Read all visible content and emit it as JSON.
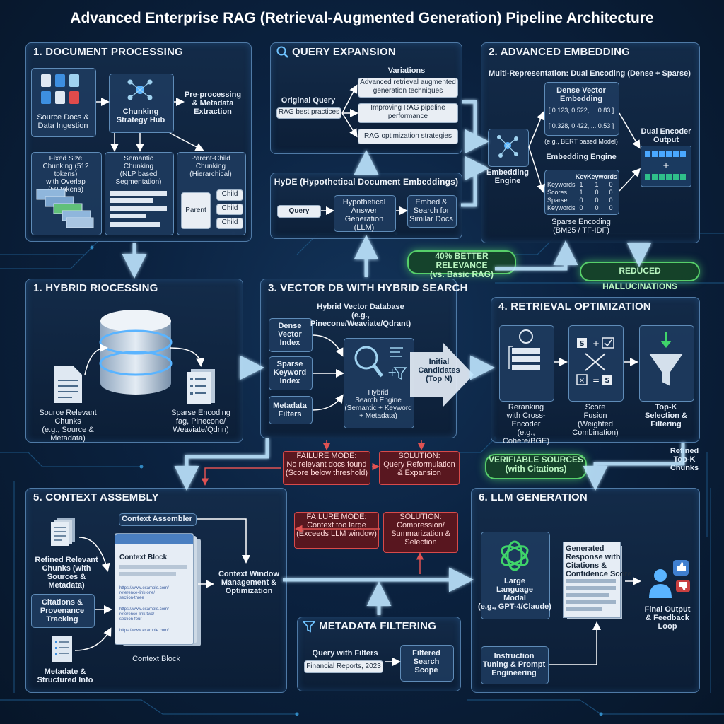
{
  "title": "Advanced Enterprise RAG (Retrieval-Augmented Generation) Pipeline Architecture",
  "doc_processing": {
    "title": "1. DOCUMENT PROCESSING",
    "source_docs": "Source Docs &\nData Ingestion",
    "chunking_hub": "Chunking\nStrategy Hub",
    "preprocessing": "Pre-processing\n& Metadata\nExtraction",
    "fixed_size": "Fixed Size\nChunking (512 tokens)\nwith Overlap\n(50 tokens)",
    "semantic": "Semantic\nChunking\n(NLP based\nSegmentation)",
    "parent_child": "Parent-Child\nChunking\n(Hierarchical)",
    "parent": "Parent",
    "child": "Child"
  },
  "query_expansion": {
    "title": "QUERY EXPANSION",
    "variations_label": "Variations",
    "original_query_label": "Original Query",
    "original_query": "RAG best practices",
    "variations": [
      "Advanced retrieval augmented\ngeneration techniques",
      "Improving RAG pipeline\nperformance",
      "RAG optimization strategies"
    ]
  },
  "hyde": {
    "title": "HyDE (Hypothetical Document Embeddings)",
    "query": "Query",
    "hypothetical": "Hypothetical\nAnswer\nGeneration\n(LLM)",
    "embed_search": "Embed &\nSearch for\nSimilar Docs"
  },
  "advanced_embedding": {
    "title": "2. ADVANCED EMBEDDING",
    "subtitle": "Multi-Representation: Dual Encoding (Dense + Sparse)",
    "dense_title": "Dense Vector\nEmbedding",
    "dense_vec1": "[ 0.123, 0.522, ... 0.83 ]",
    "dense_vec2": "[ 0.328, 0.422, ... 0.53 ]",
    "dense_model": "(e.g., BERT based Model)",
    "engine_center": "Embedding Engine",
    "engine_left": "Embedding\nEngine",
    "sparse_header": [
      "Key",
      "Keywords"
    ],
    "sparse_rows": [
      [
        "Keywords",
        "1",
        "1",
        "0"
      ],
      [
        "Scores",
        "1",
        "0",
        "0"
      ],
      [
        "Sparse",
        "0",
        "0",
        "0"
      ],
      [
        "Keywords",
        "0",
        "0",
        "0"
      ]
    ],
    "sparse_title": "Sparse Encoding\n(BM25 / TF-IDF)",
    "dual_output": "Dual Encoder\nOutput"
  },
  "callouts": {
    "better_relevance": "40% BETTER RELEVANCE\n(vs. Basic RAG)",
    "reduced_hallucinations": "REDUCED HALLUCINATIONS",
    "verifiable_sources": "VERIFIABLE SOURCES\n(with Citations)"
  },
  "hybrid_processing": {
    "title": "1. HYBRID RIOCESSING",
    "source_chunks": "Source Relevant\nChunks\n(e.g., Source & Metadata)",
    "sparse_encoding": "Sparse Encoding\nfag, Pinecone/\nWeaviate/Qdrin)"
  },
  "vector_db": {
    "title": "3. VECTOR DB WITH HYBRID SEARCH",
    "subtitle": "Hybrid Vector Database\n(e.g., Pinecone/Weaviate/Qdrant)",
    "dense_index": "Dense\nVector\nIndex",
    "sparse_index": "Sparse\nKeyword\nIndex",
    "metadata_filters": "Metadata\nFilters",
    "search_engine": "Hybrid\nSearch Engine\n(Semantic + Keyword\n+ Metadata)",
    "initial_candidates": "Initial\nCandidates\n(Top N)"
  },
  "retrieval_opt": {
    "title": "4. RETRIEVAL OPTIMIZATION",
    "reranking": "Reranking\nwith Cross-\nEncoder\n(e.g., Cohere/BGE)",
    "score_fusion": "Score\nFusion\n(Weighted\nCombination)",
    "topk": "Top-K\nSelection &\nFiltering",
    "refined": "Refined\nTop-K\nChunks"
  },
  "failures": {
    "f1": "FAILURE MODE:\nNo relevant docs found\n(Score below threshold)",
    "s1": "SOLUTION:\nQuery Reformulation\n& Expansion",
    "f2": "FAILURE MODE:\nContext too large\n(Exceeds LLM window)",
    "s2": "SOLUTION:\nCompression/\nSummarization &\nSelection"
  },
  "context_assembly": {
    "title": "5. CONTEXT ASSEMBLY",
    "assembler": "Context Assembler",
    "block_header": "Context Block",
    "block_footer": "Context Block",
    "links": [
      "https://www.example.com/\nreference-link-one/\nsection-three",
      "https://www.example.com/\nreference-link-two/\nsection-four",
      "https://www.example.com/"
    ],
    "refined_chunks": "Refined Relevant\nChunks (with\nSources &\nMetadata)",
    "citations": "Citations &\nProvenance\nTracking",
    "metadata": "Metadate &\nStructured Info",
    "context_window": "Context Window\nManagement &\nOptimization"
  },
  "metadata_filtering": {
    "title": "METADATA FILTERING",
    "query_filters": "Query with Filters",
    "filter_value": "Financial Reports, 2023",
    "filtered_scope": "Filtered\nSearch\nScope"
  },
  "llm_generation": {
    "title": "6. LLM GENERATION",
    "llm": "Large\nLanguage\nModal\n(e.g., GPT-4/Claude)",
    "generated": "Generated\nResponse with\nCitations &\nConfidence Score",
    "final_output": "Final Output\n& Feedback\nLoop",
    "instruction": "Instruction\nTuning & Prompt\nEngineering"
  }
}
